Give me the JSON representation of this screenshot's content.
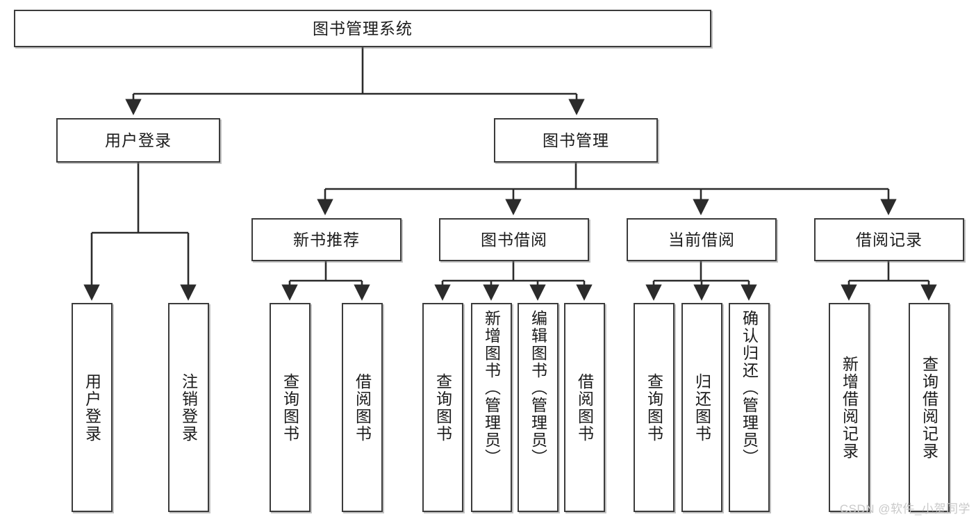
{
  "diagram": {
    "type": "tree",
    "title": "图书管理系统",
    "root": {
      "label": "图书管理系统"
    },
    "level2": [
      {
        "id": "user-login",
        "label": "用户登录"
      },
      {
        "id": "book-management",
        "label": "图书管理"
      }
    ],
    "level3": [
      {
        "id": "new-book-recommend",
        "label": "新书推荐",
        "parent": "book-management"
      },
      {
        "id": "book-borrow",
        "label": "图书借阅",
        "parent": "book-management"
      },
      {
        "id": "current-borrow",
        "label": "当前借阅",
        "parent": "book-management"
      },
      {
        "id": "borrow-record",
        "label": "借阅记录",
        "parent": "book-management"
      }
    ],
    "leaves": {
      "user-login": [
        {
          "id": "leaf-user-login",
          "label": "用户登录"
        },
        {
          "id": "leaf-user-logout",
          "label": "注销登录"
        }
      ],
      "new-book-recommend": [
        {
          "id": "leaf-query-book-1",
          "label": "查询图书"
        },
        {
          "id": "leaf-borrow-book-1",
          "label": "借阅图书"
        }
      ],
      "book-borrow": [
        {
          "id": "leaf-query-book-2",
          "label": "查询图书"
        },
        {
          "id": "leaf-add-book",
          "label": "新增图书（管理员）"
        },
        {
          "id": "leaf-edit-book",
          "label": "编辑图书（管理员）"
        },
        {
          "id": "leaf-borrow-book-2",
          "label": "借阅图书"
        }
      ],
      "current-borrow": [
        {
          "id": "leaf-query-book-3",
          "label": "查询图书"
        },
        {
          "id": "leaf-return-book",
          "label": "归还图书"
        },
        {
          "id": "leaf-confirm-return",
          "label": "确认归还（管理员）"
        }
      ],
      "borrow-record": [
        {
          "id": "leaf-add-record",
          "label": "新增借阅记录"
        },
        {
          "id": "leaf-query-record",
          "label": "查询借阅记录"
        }
      ]
    },
    "colors": {
      "box_border": "#3b3b3b",
      "box_fill": "#ffffff",
      "connector": "#2b2b2b",
      "text": "#1b1b1b",
      "watermark": "#c9c9c9"
    }
  },
  "watermark": {
    "text": "CSDN @软件_小贺同学"
  }
}
